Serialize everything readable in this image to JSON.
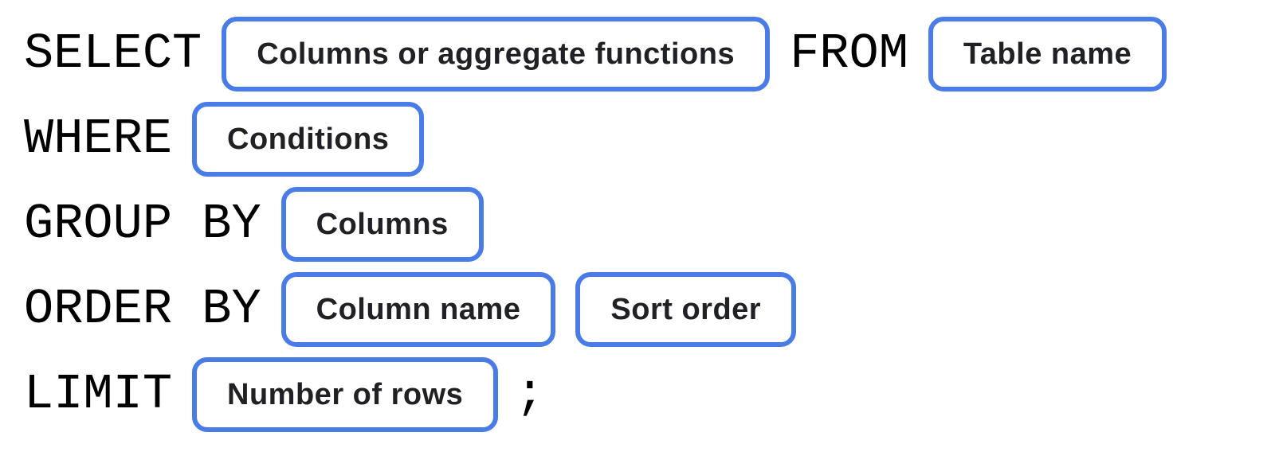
{
  "colors": {
    "pill_border": "#4A7CE8",
    "keyword_text": "#000000",
    "pill_text": "#202124",
    "background": "#FFFFFF"
  },
  "rows": [
    {
      "keyword": "SELECT",
      "pill1": "Columns or aggregate functions",
      "keyword2": "FROM",
      "pill2": "Table name"
    },
    {
      "keyword": "WHERE",
      "pill1": "Conditions"
    },
    {
      "keyword": "GROUP BY",
      "pill1": "Columns"
    },
    {
      "keyword": "ORDER BY",
      "pill1": "Column name",
      "pill2": "Sort order"
    },
    {
      "keyword": "LIMIT",
      "pill1": "Number of rows",
      "punctuation": ";"
    }
  ]
}
